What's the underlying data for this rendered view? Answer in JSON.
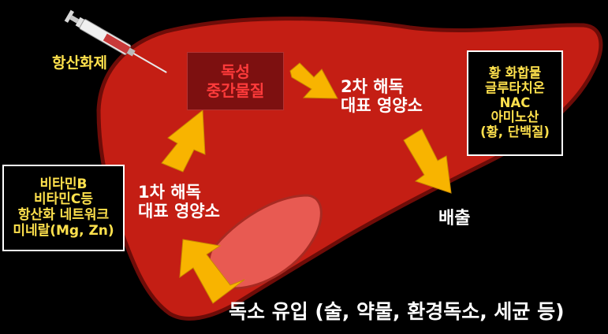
{
  "labels": {
    "antioxidant": "항산화제",
    "toxic_intermediate": [
      "독성",
      "중간물질"
    ],
    "phase2": [
      "2차 해독",
      "대표 영양소"
    ],
    "phase1": [
      "1차 해독",
      "대표 영양소"
    ],
    "excretion": "배출",
    "toxin_intake": "독소 유입 (술, 약물, 환경독소, 세균 등)"
  },
  "phase1_nutrients": [
    "비타민B",
    "비타민C등",
    "항산화 네트워크",
    "미네랄(Mg, Zn)"
  ],
  "phase2_nutrients": [
    "황 화합물",
    "글루타치온",
    "NAC",
    "아미노산",
    "(황, 단백질)"
  ],
  "colors": {
    "liver": "#c41e14",
    "liver_outline": "#6e0c08",
    "gallbladder": "#e85a52",
    "arrow": "#f8b400",
    "nutrient_text": "#ffe14d",
    "toxic_text": "#ff3b3b"
  }
}
